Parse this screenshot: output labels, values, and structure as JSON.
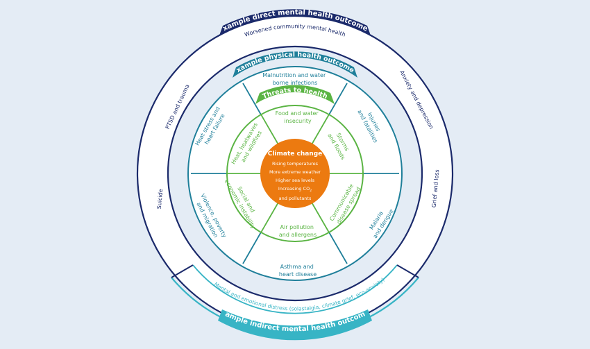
{
  "colors": {
    "background": "#e4ecf5",
    "navy": "#1b2a6b",
    "teal": "#1f7f9a",
    "light_teal": "#37b4c5",
    "green": "#5ab443",
    "orange": "#ec7a10",
    "white": "#ffffff"
  },
  "direct": {
    "title": "Example direct mental health outcomes",
    "top": "Worsened community mental health",
    "right_top": "Anxiety and depression",
    "right_bottom": "Grief and loss",
    "left_top": "PTSD and trauma",
    "left_bottom": "Suicide"
  },
  "indirect": {
    "title": "Example indirect mental health outcomes",
    "arc": "Mental and emotional distress (solastalgia, climate grief, eco-anxiety)"
  },
  "physical": {
    "title": "Example physical health outcomes",
    "top": [
      "Malnutrition and water",
      "borne infections"
    ],
    "upper_right": [
      "Injuries",
      "and fatalities"
    ],
    "lower_right": [
      "Malaria",
      "and dengue"
    ],
    "bottom": [
      "Asthma and",
      "heart disease"
    ],
    "lower_left": [
      "Violence, poverty",
      "and migration"
    ],
    "upper_left": [
      "Heat stress and",
      "heart failure"
    ]
  },
  "threats": {
    "title": "Threats to health",
    "top": [
      "Food and water",
      "insecurity"
    ],
    "upper_right": [
      "Storms",
      "and floods"
    ],
    "lower_right": [
      "Communicable",
      "disease spread"
    ],
    "bottom": [
      "Air pollution",
      "and allergens"
    ],
    "lower_left": [
      "Social and",
      "economic instability"
    ],
    "upper_left": [
      "Heat, heatwaves",
      "and wildfires"
    ]
  },
  "center": {
    "title": "Climate change",
    "lines": [
      "Rising temperatures",
      "More extreme weather",
      "Higher sea levels"
    ],
    "co2_prefix": "Increasing CO",
    "co2_sub": "2",
    "last": "and pollutants"
  }
}
